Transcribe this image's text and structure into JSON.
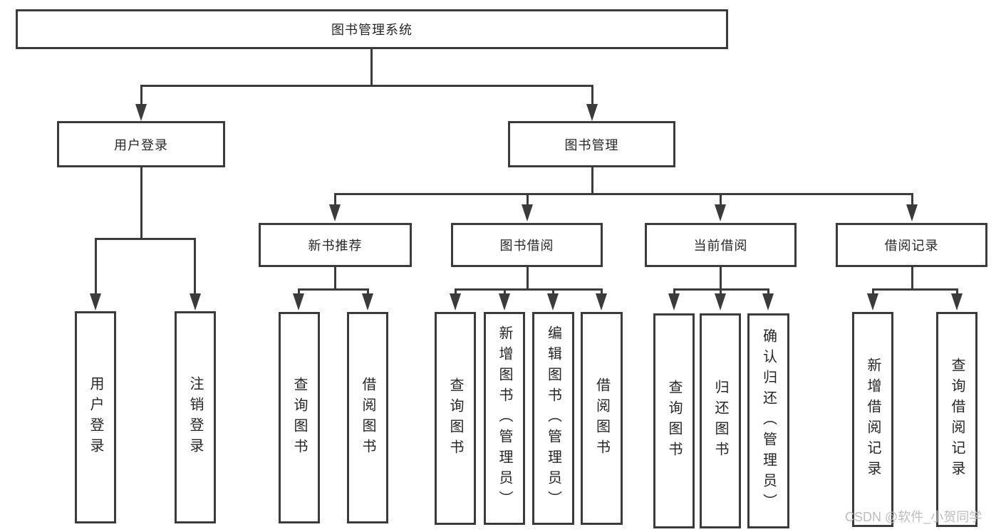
{
  "diagram": {
    "root": {
      "label": "图书管理系统"
    },
    "branches": [
      {
        "label": "用户登录",
        "children": [
          {
            "label": "用户登录"
          },
          {
            "label": "注销登录"
          }
        ]
      },
      {
        "label": "图书管理",
        "children": [
          {
            "label": "新书推荐",
            "children": [
              {
                "label": "查询图书"
              },
              {
                "label": "借阅图书"
              }
            ]
          },
          {
            "label": "图书借阅",
            "children": [
              {
                "label": "查询图书"
              },
              {
                "label": "新增图书（管理员）"
              },
              {
                "label": "编辑图书（管理员）"
              },
              {
                "label": "借阅图书"
              }
            ]
          },
          {
            "label": "当前借阅",
            "children": [
              {
                "label": "查询图书"
              },
              {
                "label": "归还图书"
              },
              {
                "label": "确认归还（管理员）"
              }
            ]
          },
          {
            "label": "借阅记录",
            "children": [
              {
                "label": "新增借阅记录"
              },
              {
                "label": "查询借阅记录"
              }
            ]
          }
        ]
      }
    ],
    "watermark": "CSDN @软件_小贺同学"
  },
  "colors": {
    "line": "#3b3b3b",
    "box_border": "#3b3b3b",
    "box_fill": "#ffffff",
    "text": "#262626",
    "watermark": "#bdbdbd",
    "background": "#ffffff"
  }
}
